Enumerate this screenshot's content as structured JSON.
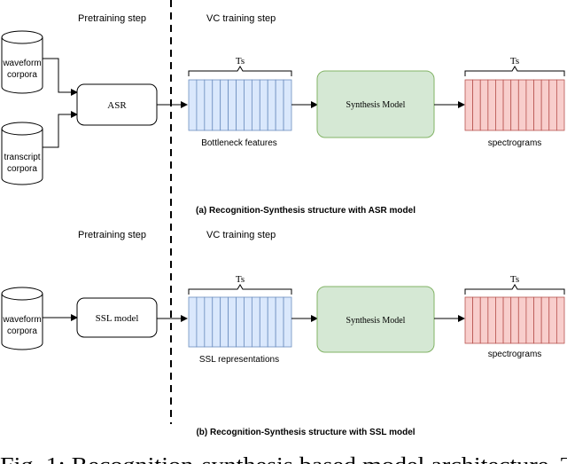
{
  "colors": {
    "feature_fill": "#dae8fc",
    "feature_stroke": "#6c8ebf",
    "synth_fill": "#d5e8d4",
    "synth_stroke": "#82b366",
    "spec_fill": "#f8cecc",
    "spec_stroke": "#b85450",
    "line": "#000000"
  },
  "panel_a": {
    "pretraining_label": "Pretraining step",
    "vc_label": "VC training step",
    "db1_line1": "waveform",
    "db1_line2": "corpora",
    "db2_line1": "transcript",
    "db2_line2": "corpora",
    "model_label": "ASR",
    "ts_left": "Ts",
    "features_label": "Bottleneck features",
    "synth_label": "Synthesis Model",
    "ts_right": "Ts",
    "output_label": "spectrograms",
    "caption": "(a) Recognition-Synthesis structure with ASR model"
  },
  "panel_b": {
    "pretraining_label": "Pretraining step",
    "vc_label": "VC training step",
    "db1_line1": "waveform",
    "db1_line2": "corpora",
    "model_label": "SSL model",
    "ts_left": "Ts",
    "features_label": "SSL representations",
    "synth_label": "Synthesis Model",
    "ts_right": "Ts",
    "output_label": "spectrograms",
    "caption": "(b) Recognition-Synthesis structure with SSL model"
  },
  "figure_caption": "Fig. 1: Recognition-synthesis based model architecture. T"
}
